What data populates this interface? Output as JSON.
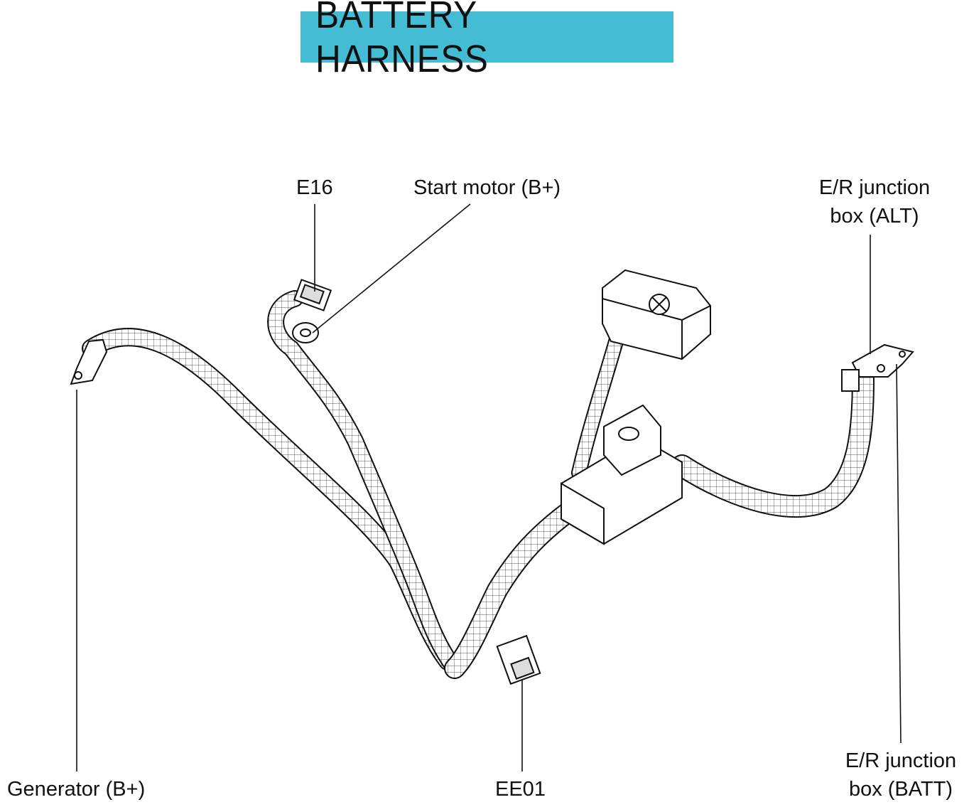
{
  "title": "BATTERY HARNESS",
  "colors": {
    "title_background": "#44bcd4",
    "line": "#1a1a1a"
  },
  "labels": {
    "e16": "E16",
    "start_motor": "Start motor (B+)",
    "er_junction_alt_line1": "E/R junction",
    "er_junction_alt_line2": "box (ALT)",
    "generator": "Generator (B+)",
    "ee01": "EE01",
    "er_junction_batt_line1": "E/R junction",
    "er_junction_batt_line2": "box (BATT)"
  }
}
